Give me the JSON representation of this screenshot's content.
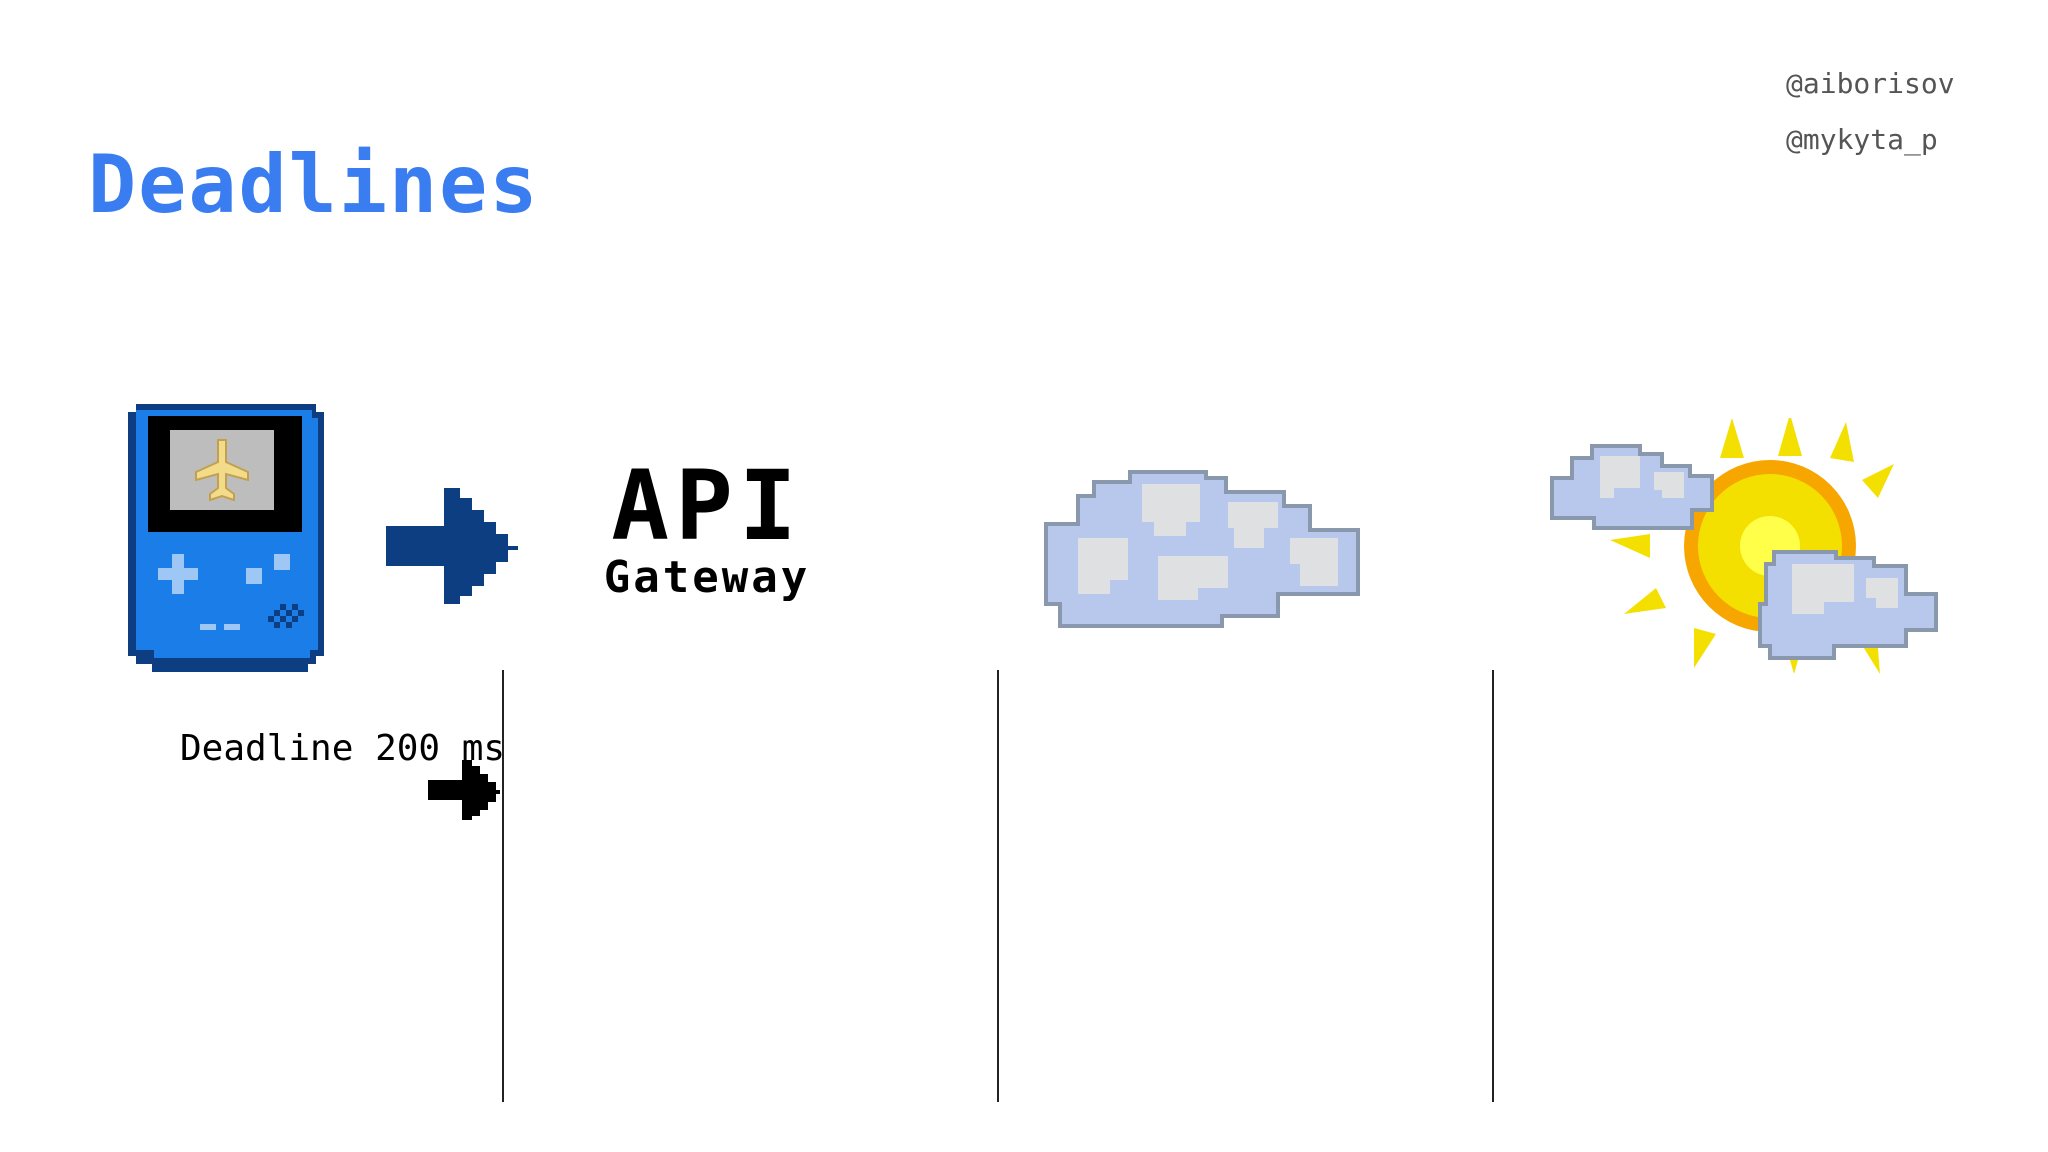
{
  "slide": {
    "title": "Deadlines",
    "handles": [
      "@aiborisov",
      "@mykyta_p"
    ]
  },
  "diagram": {
    "nodes": [
      {
        "id": "client",
        "icon": "game-console-icon"
      },
      {
        "id": "api-gateway",
        "label": "API",
        "sublabel": "Gateway"
      },
      {
        "id": "service-cloud",
        "icon": "cloud-icon"
      },
      {
        "id": "weather-service",
        "icon": "sun-with-clouds-icon"
      }
    ],
    "deadline": {
      "label": "Deadline 200 ms"
    }
  },
  "colors": {
    "title": "#3a7df0",
    "console_body": "#1a7de8",
    "console_outline": "#0d3e82",
    "arrow_navy": "#0d3e82",
    "cloud_fill": "#b7c8ec",
    "sun": "#f4e000"
  }
}
